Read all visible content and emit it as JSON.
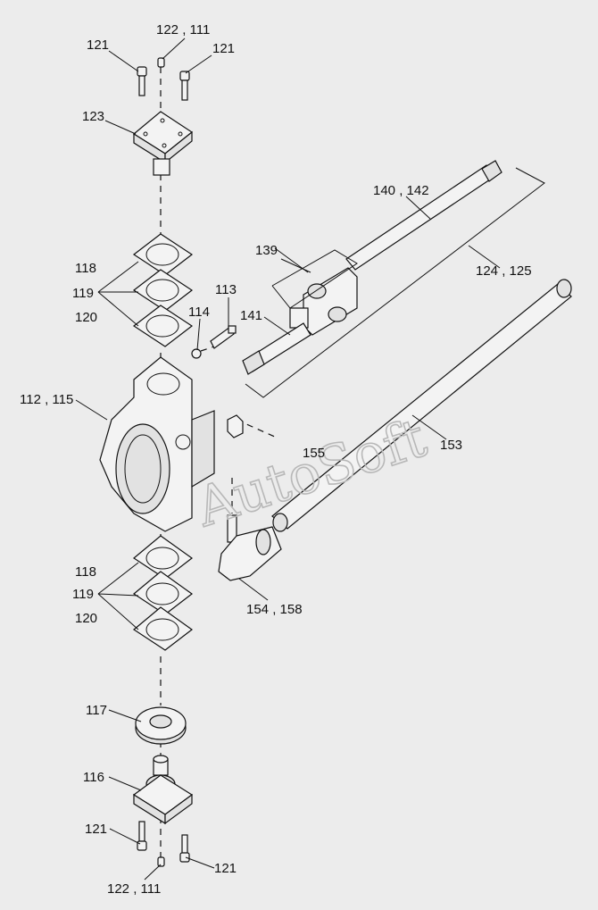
{
  "watermark": "AutoSoft",
  "labels": {
    "p122_111_top": "122 , 111",
    "p121_top_left": "121",
    "p121_top_right": "121",
    "p123": "123",
    "p140_142": "140 , 142",
    "p139": "139",
    "p124_125": "124 , 125",
    "p118_top": "118",
    "p119_top": "119",
    "p120_top": "120",
    "p113": "113",
    "p114": "114",
    "p141": "141",
    "p112_115": "112 , 115",
    "p155": "155",
    "p153": "153",
    "p118_bottom": "118",
    "p119_bottom": "119",
    "p120_bottom": "120",
    "p154_158": "154 , 158",
    "p117": "117",
    "p116": "116",
    "p121_bottom_left": "121",
    "p121_bottom_right": "121",
    "p122_111_bottom": "122 , 111"
  }
}
